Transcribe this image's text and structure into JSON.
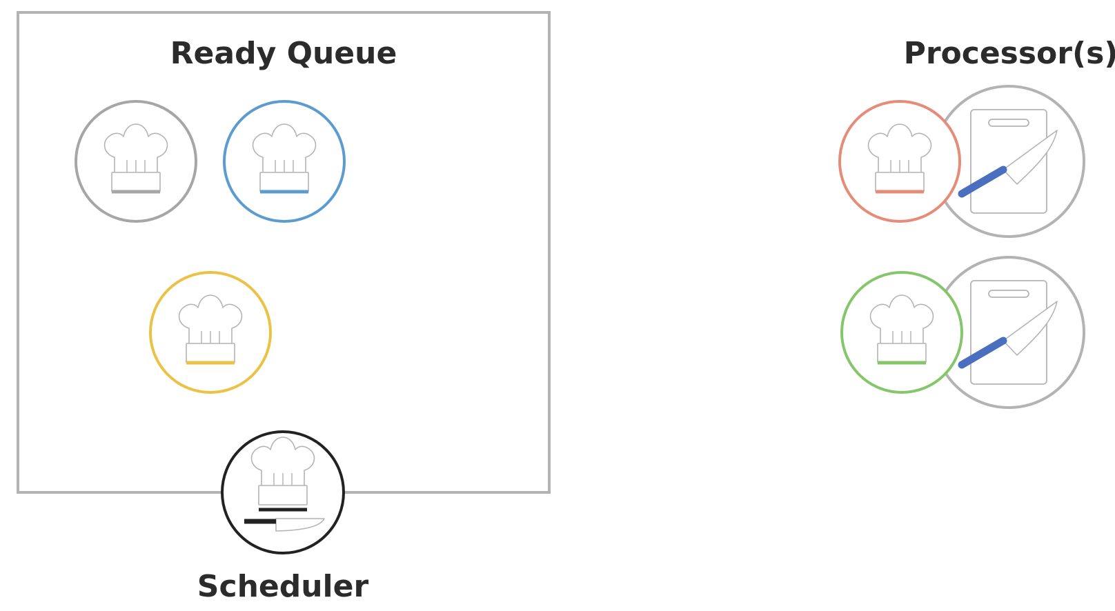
{
  "diagram": {
    "ready_queue_title": "Ready Queue",
    "processors_title": "Processor(s)",
    "scheduler_label": "Scheduler"
  },
  "ready_queue_chefs": [
    {
      "color": "#a6a6a6"
    },
    {
      "color": "#5b9bd0"
    },
    {
      "color": "#ebc246"
    }
  ],
  "processor_chefs": [
    {
      "color": "#e58c78"
    },
    {
      "color": "#86c66b"
    }
  ],
  "scheduler": {
    "color": "#222222"
  },
  "colors": {
    "queue_border": "#b3b3b3",
    "station_border": "#b3b3b3",
    "knife_handle": "#4a6fbf"
  }
}
